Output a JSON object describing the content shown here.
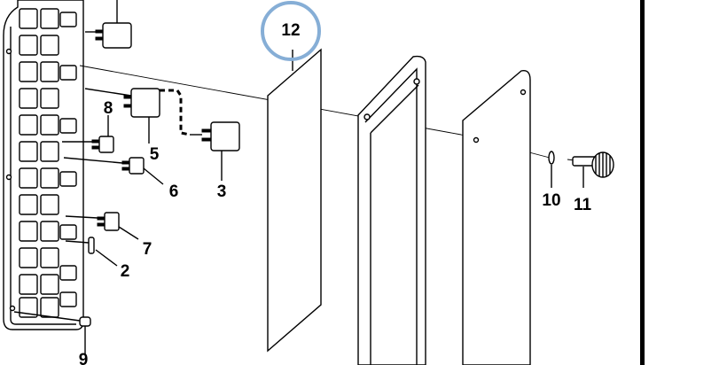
{
  "callouts": {
    "c12": "12",
    "c8": "8",
    "c5": "5",
    "c6": "6",
    "c3": "3",
    "c7": "7",
    "c2": "2",
    "c9": "9",
    "c10": "10",
    "c11": "11"
  },
  "colors": {
    "highlight_ring": "#86aed6",
    "line": "#000000",
    "background": "#ffffff"
  },
  "icons": {
    "highlight": "circle-highlight-icon"
  }
}
